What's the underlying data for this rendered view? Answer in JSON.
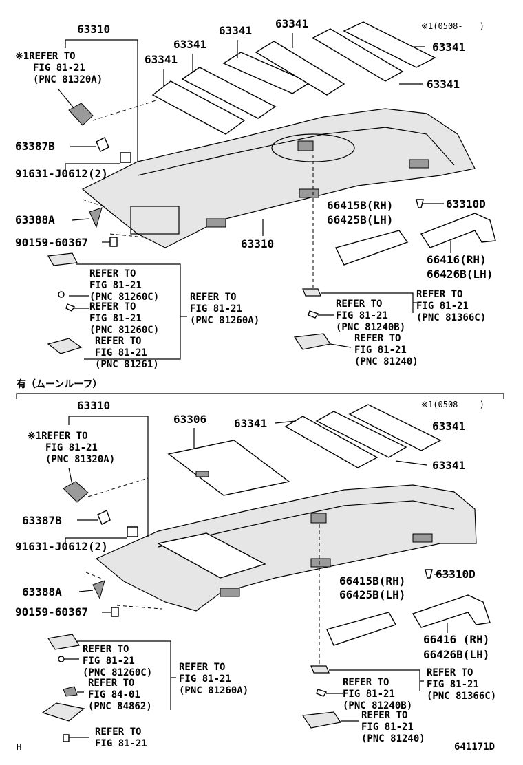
{
  "top": {
    "note_date": "※1(0508-　　)",
    "headliner_title": "63310",
    "headliner_bottom": "63310",
    "pads": [
      "63341",
      "63341",
      "63341",
      "63341",
      "63341",
      "63341"
    ],
    "clip_a": "63387B",
    "screw_a": "91631-J0612(2)",
    "bracket_a": "63388A",
    "screw_b": "90159-60367",
    "clip_d": "63310D",
    "stay_rh": "66415B(RH)",
    "stay_lh": "66425B(LH)",
    "bracket_rh": "66416(RH)",
    "bracket_lh": "66426B(LH)",
    "ref_light": {
      "l1": "※1REFER TO",
      "l2": "FIG 81-21",
      "l3": "(PNC 81320A)"
    },
    "ref_1": {
      "l1": "REFER TO",
      "l2": "FIG 81-21",
      "l3": "(PNC 81260C)"
    },
    "ref_2": {
      "l1": "REFER TO",
      "l2": "FIG 81-21",
      "l3": "(PNC 81260C)"
    },
    "ref_3": {
      "l1": "REFER TO",
      "l2": "FIG 81-21",
      "l3": "(PNC 81261)"
    },
    "ref_group": {
      "l1": "REFER TO",
      "l2": "FIG 81-21",
      "l3": "(PNC 81260A)"
    },
    "ref_4": {
      "l1": "REFER TO",
      "l2": "FIG 81-21",
      "l3": "(PNC 81240B)"
    },
    "ref_5": {
      "l1": "REFER TO",
      "l2": "FIG 81-21",
      "l3": "(PNC 81366C)"
    },
    "ref_6": {
      "l1": "REFER TO",
      "l2": "FIG 81-21",
      "l3": "(PNC 81240)"
    }
  },
  "section_header": "有（ムーンルーフ）",
  "bottom": {
    "note_date": "※1(0508-　　)",
    "headliner_title": "63310",
    "sunshade": "63306",
    "pads": [
      "63341",
      "63341"
    ],
    "clip_a": "63387B",
    "screw_a": "91631-J0612(2)",
    "bracket_a": "63388A",
    "screw_b": "90159-60367",
    "clip_d": "63310D",
    "stay_rh": "66415B(RH)",
    "stay_lh": "66425B(LH)",
    "bracket_rh": "66416 (RH)",
    "bracket_lh": "66426B(LH)",
    "ref_light": {
      "l1": "※1REFER TO",
      "l2": "FIG 81-21",
      "l3": "(PNC 81320A)"
    },
    "ref_1": {
      "l1": "REFER TO",
      "l2": "FIG 81-21",
      "l3": "(PNC 81260C)"
    },
    "ref_2": {
      "l1": "REFER TO",
      "l2": "FIG 84-01",
      "l3": "(PNC 84862)"
    },
    "ref_group": {
      "l1": "REFER TO",
      "l2": "FIG 81-21",
      "l3": "(PNC 81260A)"
    },
    "ref_3": {
      "l1": "REFER TO",
      "l2": "FIG 81-21"
    },
    "ref_4": {
      "l1": "REFER TO",
      "l2": "FIG 81-21",
      "l3": "(PNC 81240B)"
    },
    "ref_5": {
      "l1": "REFER TO",
      "l2": "FIG 81-21",
      "l3": "(PNC 81366C)"
    },
    "ref_6": {
      "l1": "REFER TO",
      "l2": "FIG 81-21",
      "l3": "(PNC 81240)"
    }
  },
  "footer": {
    "left_mark": "H",
    "drawing_no": "641171D"
  }
}
